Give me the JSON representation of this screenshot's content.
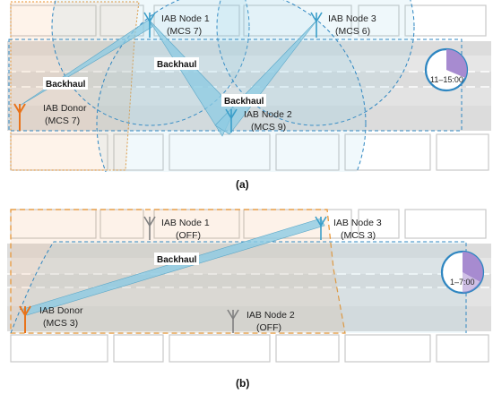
{
  "panel_a": {
    "caption": "(a)",
    "time_window": "11–15:00",
    "backhaul_labels": [
      "Backhaul",
      "Backhaul",
      "Backhaul"
    ],
    "nodes": {
      "node1": {
        "name": "IAB Node 1",
        "status": "(MCS 7)"
      },
      "node3": {
        "name": "IAB Node 3",
        "status": "(MCS 6)"
      },
      "donor": {
        "name": "IAB Donor",
        "status": "(MCS 7)"
      },
      "node2": {
        "name": "IAB Node 2",
        "status": "(MCS 9)"
      }
    }
  },
  "panel_b": {
    "caption": "(b)",
    "time_window": "1–7:00",
    "backhaul_labels": [
      "Backhaul"
    ],
    "nodes": {
      "node1": {
        "name": "IAB Node 1",
        "status": "(OFF)"
      },
      "node3": {
        "name": "IAB Node 3",
        "status": "(MCS 3)"
      },
      "donor": {
        "name": "IAB Donor",
        "status": "(MCS 3)"
      },
      "node2": {
        "name": "IAB Node 2",
        "status": "(OFF)"
      }
    }
  },
  "colors": {
    "active_antenna": "#3a9ec9",
    "off_antenna": "#808080",
    "donor_antenna": "#e8731a",
    "coverage_blue": "#2e86c1",
    "coverage_orange": "#e8922e",
    "backhaul_fill": "#8ccbe3",
    "clock_accent": "#a78bd0"
  }
}
